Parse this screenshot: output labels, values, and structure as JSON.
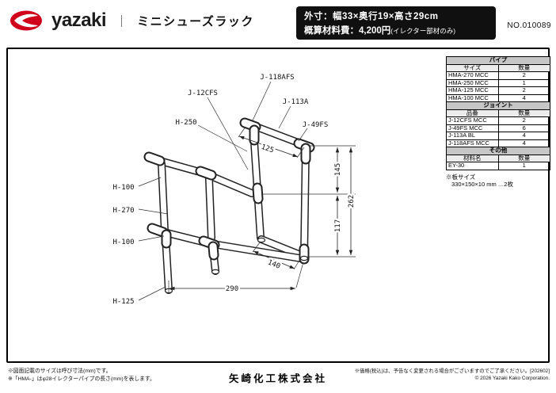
{
  "header": {
    "brand": "yazaki",
    "divider": "｜",
    "title": "ミニシューズラック",
    "doc_number": "NO.010089",
    "spec_box": {
      "line1": "外寸：幅33×奥行19×高さ29cm",
      "line2_main": "概算材料費：4,200円",
      "line2_note": "(イレクター部材のみ)"
    }
  },
  "drawing": {
    "part_labels": {
      "j118afs": "J-118AFS",
      "j12cfs": "J-12CFS",
      "j113a": "J-113A",
      "j49fs": "J-49FS",
      "h250": "H-250",
      "h100_upper": "H-100",
      "h270": "H-270",
      "h100_lower": "H-100",
      "h125": "H-125"
    },
    "dimensions": {
      "top_rail": "125",
      "upper_height": "145",
      "total_height": "262",
      "lower_height": "117",
      "depth": "140",
      "width": "290"
    }
  },
  "parts_tables": [
    {
      "title": "パイプ",
      "col1": "サイズ",
      "col2": "数量",
      "rows": [
        [
          "HMA-270 MCC",
          "2"
        ],
        [
          "HMA-250 MCC",
          "1"
        ],
        [
          "HMA-125 MCC",
          "2"
        ],
        [
          "HMA-100 MCC",
          "4"
        ]
      ]
    },
    {
      "title": "ジョイント",
      "col1": "品番",
      "col2": "数量",
      "rows": [
        [
          "J-12CFS MCC",
          "2"
        ],
        [
          "J-49FS MCC",
          "6"
        ],
        [
          "J-113A BL",
          "4"
        ],
        [
          "J-118AFS MCC",
          "4"
        ]
      ]
    },
    {
      "title": "その他",
      "col1": "材料名",
      "col2": "数量",
      "rows": [
        [
          "EY-30",
          "1"
        ]
      ]
    }
  ],
  "board_note": {
    "line1": "※板サイズ",
    "line2": "330×150×10 mm …2枚"
  },
  "footer": {
    "note1": "※図面記載のサイズは呼び寸法(mm)です。",
    "note2": "※「HMA-」はφ28イレクターパイプの長さ(mm)を表します。",
    "company": "矢崎化工株式会社",
    "price_note": "※価格(税込)は、予告なく変更される場合がございますのでご了承ください。[202602]",
    "copyright": "© 2026 Yazaki Kako Corporation."
  }
}
